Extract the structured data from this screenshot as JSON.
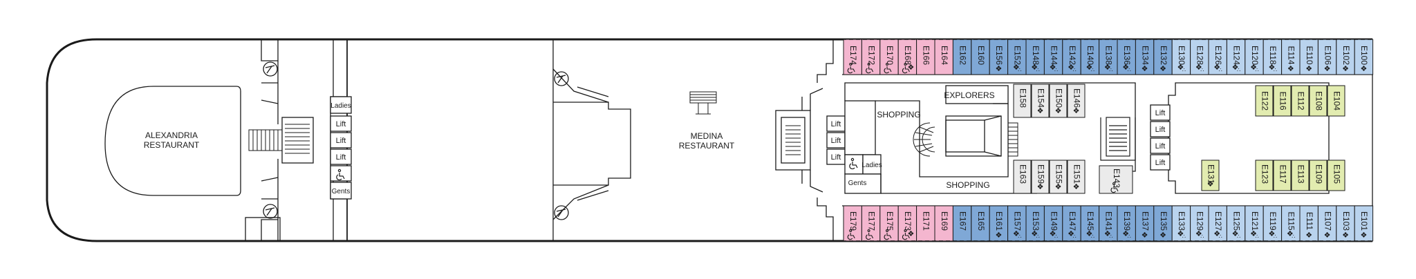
{
  "labels": {
    "alexandria_line1": "ALEXANDRIA",
    "alexandria_line2": "RESTAURANT",
    "medina_line1": "MEDINA",
    "medina_line2": "RESTAURANT",
    "explorers": "EXPLORERS",
    "shopping_upper": "SHOPPING",
    "shopping_lower": "SHOPPING",
    "lift": "Lift",
    "ladies": "Ladies",
    "gents": "Gents"
  },
  "cabins": {
    "top_row": [
      {
        "id": "E174",
        "cat": "pink",
        "sym": "wheelchair"
      },
      {
        "id": "E172",
        "cat": "pink",
        "sym": "wheelchair"
      },
      {
        "id": "E170",
        "cat": "pink",
        "sym": "wheelchair"
      },
      {
        "id": "E168",
        "cat": "pink",
        "sym": "wheelchair-connect"
      },
      {
        "id": "E166",
        "cat": "pink",
        "sym": ""
      },
      {
        "id": "E164",
        "cat": "pink",
        "sym": ""
      },
      {
        "id": "E162",
        "cat": "blue",
        "sym": ""
      },
      {
        "id": "E160",
        "cat": "blue",
        "sym": ""
      },
      {
        "id": "E156",
        "cat": "blue",
        "sym": "connect"
      },
      {
        "id": "E152",
        "cat": "blue",
        "sym": "connect-sofa"
      },
      {
        "id": "E148",
        "cat": "blue",
        "sym": "connect-sofa"
      },
      {
        "id": "E144",
        "cat": "blue",
        "sym": "connect-sofa"
      },
      {
        "id": "E142",
        "cat": "blue",
        "sym": "connect-sofa"
      },
      {
        "id": "E140",
        "cat": "blue",
        "sym": "connect-sofa"
      },
      {
        "id": "E138",
        "cat": "blue",
        "sym": "connect-sofa"
      },
      {
        "id": "E136",
        "cat": "blue",
        "sym": "connect-sofa"
      },
      {
        "id": "E134",
        "cat": "blue",
        "sym": "connect"
      },
      {
        "id": "E132",
        "cat": "blue",
        "sym": "connect"
      },
      {
        "id": "E130",
        "cat": "lightblue",
        "sym": "connect-sofa"
      },
      {
        "id": "E128",
        "cat": "lightblue",
        "sym": "connect-sofa"
      },
      {
        "id": "E126",
        "cat": "lightblue",
        "sym": "connect-sofa"
      },
      {
        "id": "E124",
        "cat": "lightblue",
        "sym": "connect-sofa"
      },
      {
        "id": "E120",
        "cat": "lightblue",
        "sym": "connect-sofa"
      },
      {
        "id": "E118",
        "cat": "lightblue",
        "sym": "connect-sofa"
      },
      {
        "id": "E114",
        "cat": "lightblue",
        "sym": "connect"
      },
      {
        "id": "E110",
        "cat": "lightblue",
        "sym": "connect"
      },
      {
        "id": "E106",
        "cat": "lightblue",
        "sym": "connect"
      },
      {
        "id": "E102",
        "cat": "lightblue",
        "sym": "connect"
      },
      {
        "id": "E100",
        "cat": "lightblue",
        "sym": "connect"
      }
    ],
    "bottom_row": [
      {
        "id": "E179",
        "cat": "pink",
        "sym": "wheelchair"
      },
      {
        "id": "E177",
        "cat": "pink",
        "sym": "wheelchair"
      },
      {
        "id": "E175",
        "cat": "pink",
        "sym": "wheelchair"
      },
      {
        "id": "E173",
        "cat": "pink",
        "sym": "wheelchair-connect"
      },
      {
        "id": "E171",
        "cat": "pink",
        "sym": ""
      },
      {
        "id": "E169",
        "cat": "pink",
        "sym": ""
      },
      {
        "id": "E167",
        "cat": "blue",
        "sym": ""
      },
      {
        "id": "E165",
        "cat": "blue",
        "sym": ""
      },
      {
        "id": "E161",
        "cat": "blue",
        "sym": "connect"
      },
      {
        "id": "E157",
        "cat": "blue",
        "sym": "connect-sofa"
      },
      {
        "id": "E153",
        "cat": "blue",
        "sym": "connect-sofa"
      },
      {
        "id": "E149",
        "cat": "blue",
        "sym": "connect-sofa"
      },
      {
        "id": "E147",
        "cat": "blue",
        "sym": "connect-sofa"
      },
      {
        "id": "E145",
        "cat": "blue",
        "sym": "connect-sofa"
      },
      {
        "id": "E141",
        "cat": "blue",
        "sym": "connect-sofa"
      },
      {
        "id": "E139",
        "cat": "blue",
        "sym": "connect-sofa"
      },
      {
        "id": "E137",
        "cat": "blue",
        "sym": "connect"
      },
      {
        "id": "E135",
        "cat": "blue",
        "sym": "connect"
      },
      {
        "id": "E133",
        "cat": "lightblue",
        "sym": "connect-sofa"
      },
      {
        "id": "E129",
        "cat": "lightblue",
        "sym": "connect-sofa"
      },
      {
        "id": "E127",
        "cat": "lightblue",
        "sym": "connect-sofa"
      },
      {
        "id": "E125",
        "cat": "lightblue",
        "sym": "connect-sofa"
      },
      {
        "id": "E121",
        "cat": "lightblue",
        "sym": "connect-sofa"
      },
      {
        "id": "E119",
        "cat": "lightblue",
        "sym": "connect-sofa"
      },
      {
        "id": "E115",
        "cat": "lightblue",
        "sym": "connect-sofa"
      },
      {
        "id": "E111",
        "cat": "lightblue",
        "sym": "connect"
      },
      {
        "id": "E107",
        "cat": "lightblue",
        "sym": "connect"
      },
      {
        "id": "E103",
        "cat": "lightblue",
        "sym": "connect"
      },
      {
        "id": "E101",
        "cat": "lightblue",
        "sym": "connect"
      }
    ],
    "inner_upper": [
      {
        "id": "E158",
        "cat": "grey",
        "sym": ""
      },
      {
        "id": "E154",
        "cat": "grey",
        "sym": "connect"
      },
      {
        "id": "E150",
        "cat": "grey",
        "sym": "connect"
      },
      {
        "id": "E146",
        "cat": "grey",
        "sym": "connect"
      }
    ],
    "inner_lower": [
      {
        "id": "E163",
        "cat": "grey",
        "sym": ""
      },
      {
        "id": "E159",
        "cat": "grey",
        "sym": "connect"
      },
      {
        "id": "E155",
        "cat": "grey",
        "sym": "connect"
      },
      {
        "id": "E151",
        "cat": "grey",
        "sym": "connect"
      }
    ],
    "inner_single": [
      {
        "id": "E143",
        "cat": "grey",
        "sym": "wheelchair"
      }
    ],
    "forward_upper": [
      {
        "id": "E122",
        "cat": "green",
        "sym": ""
      },
      {
        "id": "E116",
        "cat": "green",
        "sym": ""
      },
      {
        "id": "E112",
        "cat": "green",
        "sym": ""
      },
      {
        "id": "E108",
        "cat": "green",
        "sym": ""
      },
      {
        "id": "E104",
        "cat": "green",
        "sym": ""
      }
    ],
    "forward_lower": [
      {
        "id": "E131",
        "cat": "green",
        "sym": "connect"
      },
      {
        "id": "E123",
        "cat": "green",
        "sym": ""
      },
      {
        "id": "E117",
        "cat": "green",
        "sym": ""
      },
      {
        "id": "E113",
        "cat": "green",
        "sym": ""
      },
      {
        "id": "E109",
        "cat": "green",
        "sym": ""
      },
      {
        "id": "E105",
        "cat": "green",
        "sym": ""
      }
    ]
  },
  "colors": {
    "pink": "#f4b6cf",
    "blue": "#7fa8d6",
    "lightblue": "#b9d3ee",
    "green": "#e2ecb0",
    "grey": "#ebebeb",
    "line": "#1a1a1a",
    "background": "#ffffff"
  }
}
